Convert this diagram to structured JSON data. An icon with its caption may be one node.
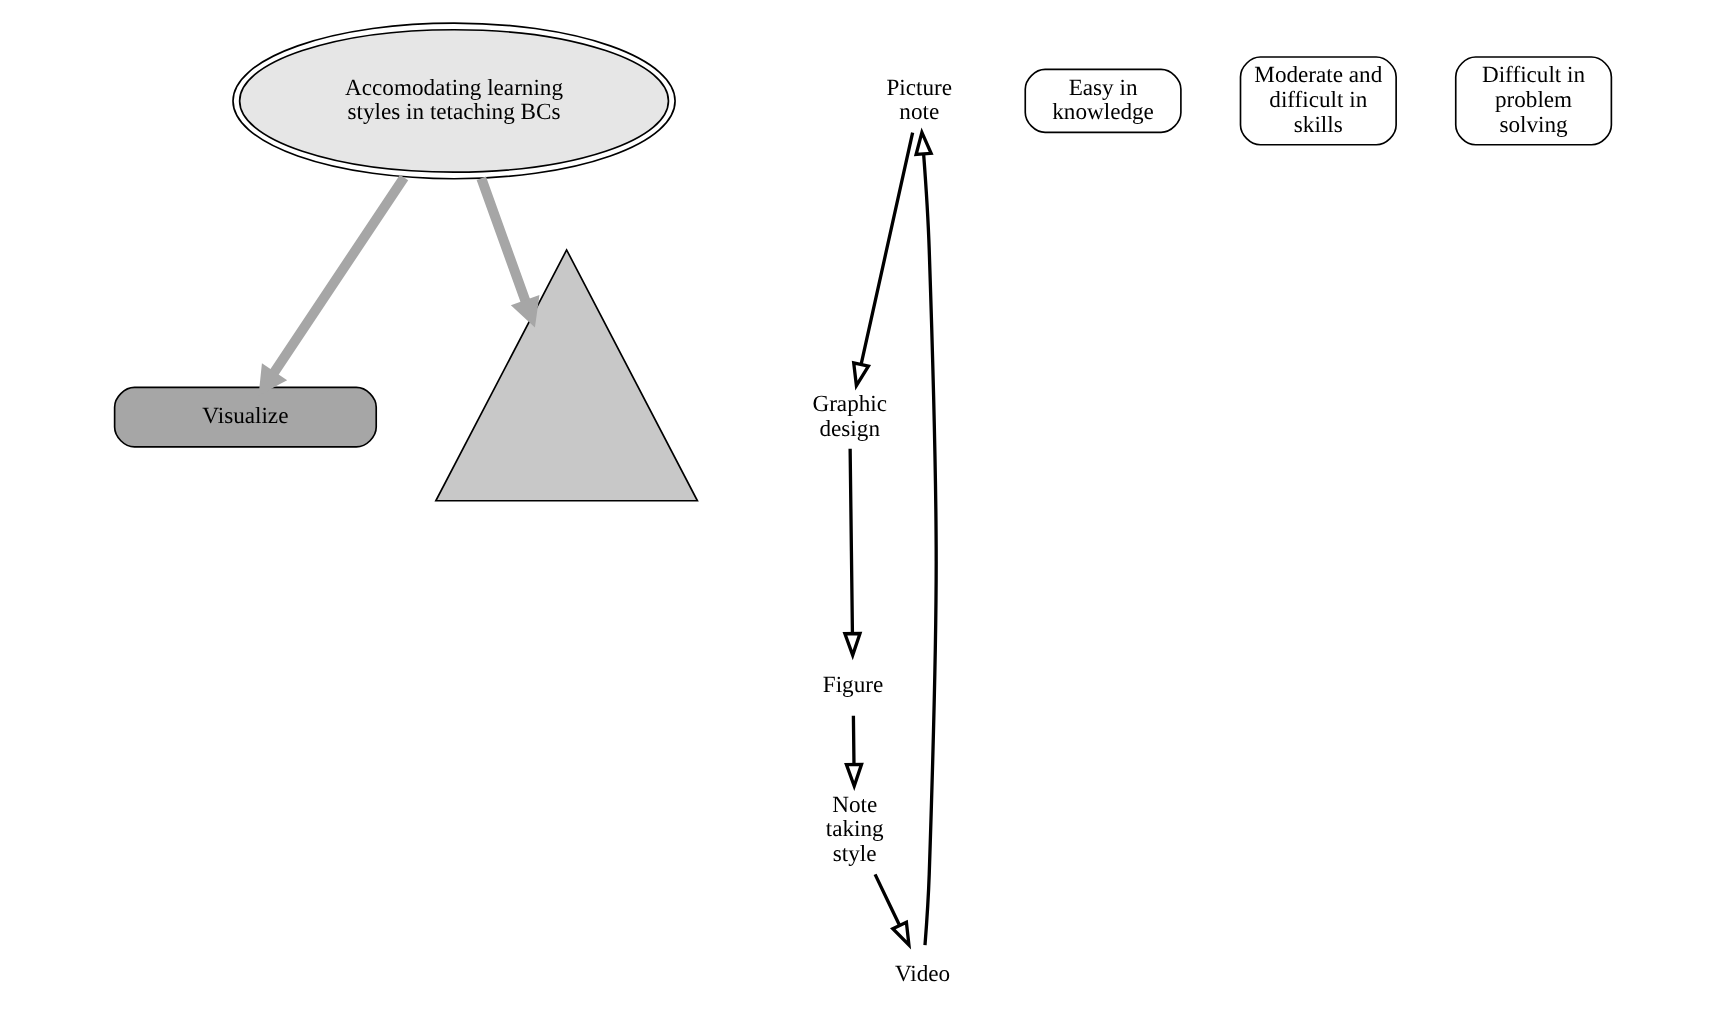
{
  "diagram": {
    "nodes": [
      {
        "text": [
          "Accomodating learning styles in tetaching BCs"
        ]
      },
      {
        "text": [
          "Visualize"
        ]
      },
      {
        "text": [
          "Picture note"
        ]
      },
      {
        "text": [
          "Graphic design"
        ]
      },
      {
        "text": [
          "Figure"
        ]
      },
      {
        "text": [
          "Note taking style"
        ]
      },
      {
        "text": [
          "Video"
        ]
      },
      {
        "text": [],
        "shape": "triangle"
      },
      {
        "text": [
          "Easy in knowledge"
        ]
      },
      {
        "text": [
          "Moderate and difficult in skills"
        ]
      },
      {
        "text": [
          "Difficult in problem solving"
        ]
      }
    ],
    "edges": [
      {
        "from": 0,
        "to": 1,
        "arrow": "to",
        "style": "thick",
        "color": "#a6a6a6"
      },
      {
        "from": 0,
        "to": 7,
        "arrow": "to",
        "style": "thick",
        "color": "#a6a6a6"
      },
      {
        "from": 2,
        "to": 3,
        "arrow": "to"
      },
      {
        "from": 3,
        "to": 4,
        "arrow": "to"
      },
      {
        "from": 4,
        "to": 5,
        "arrow": "to"
      },
      {
        "from": 5,
        "to": 6,
        "arrow": "to"
      },
      {
        "from": 6,
        "to": 2,
        "arrow": "to"
      }
    ]
  }
}
